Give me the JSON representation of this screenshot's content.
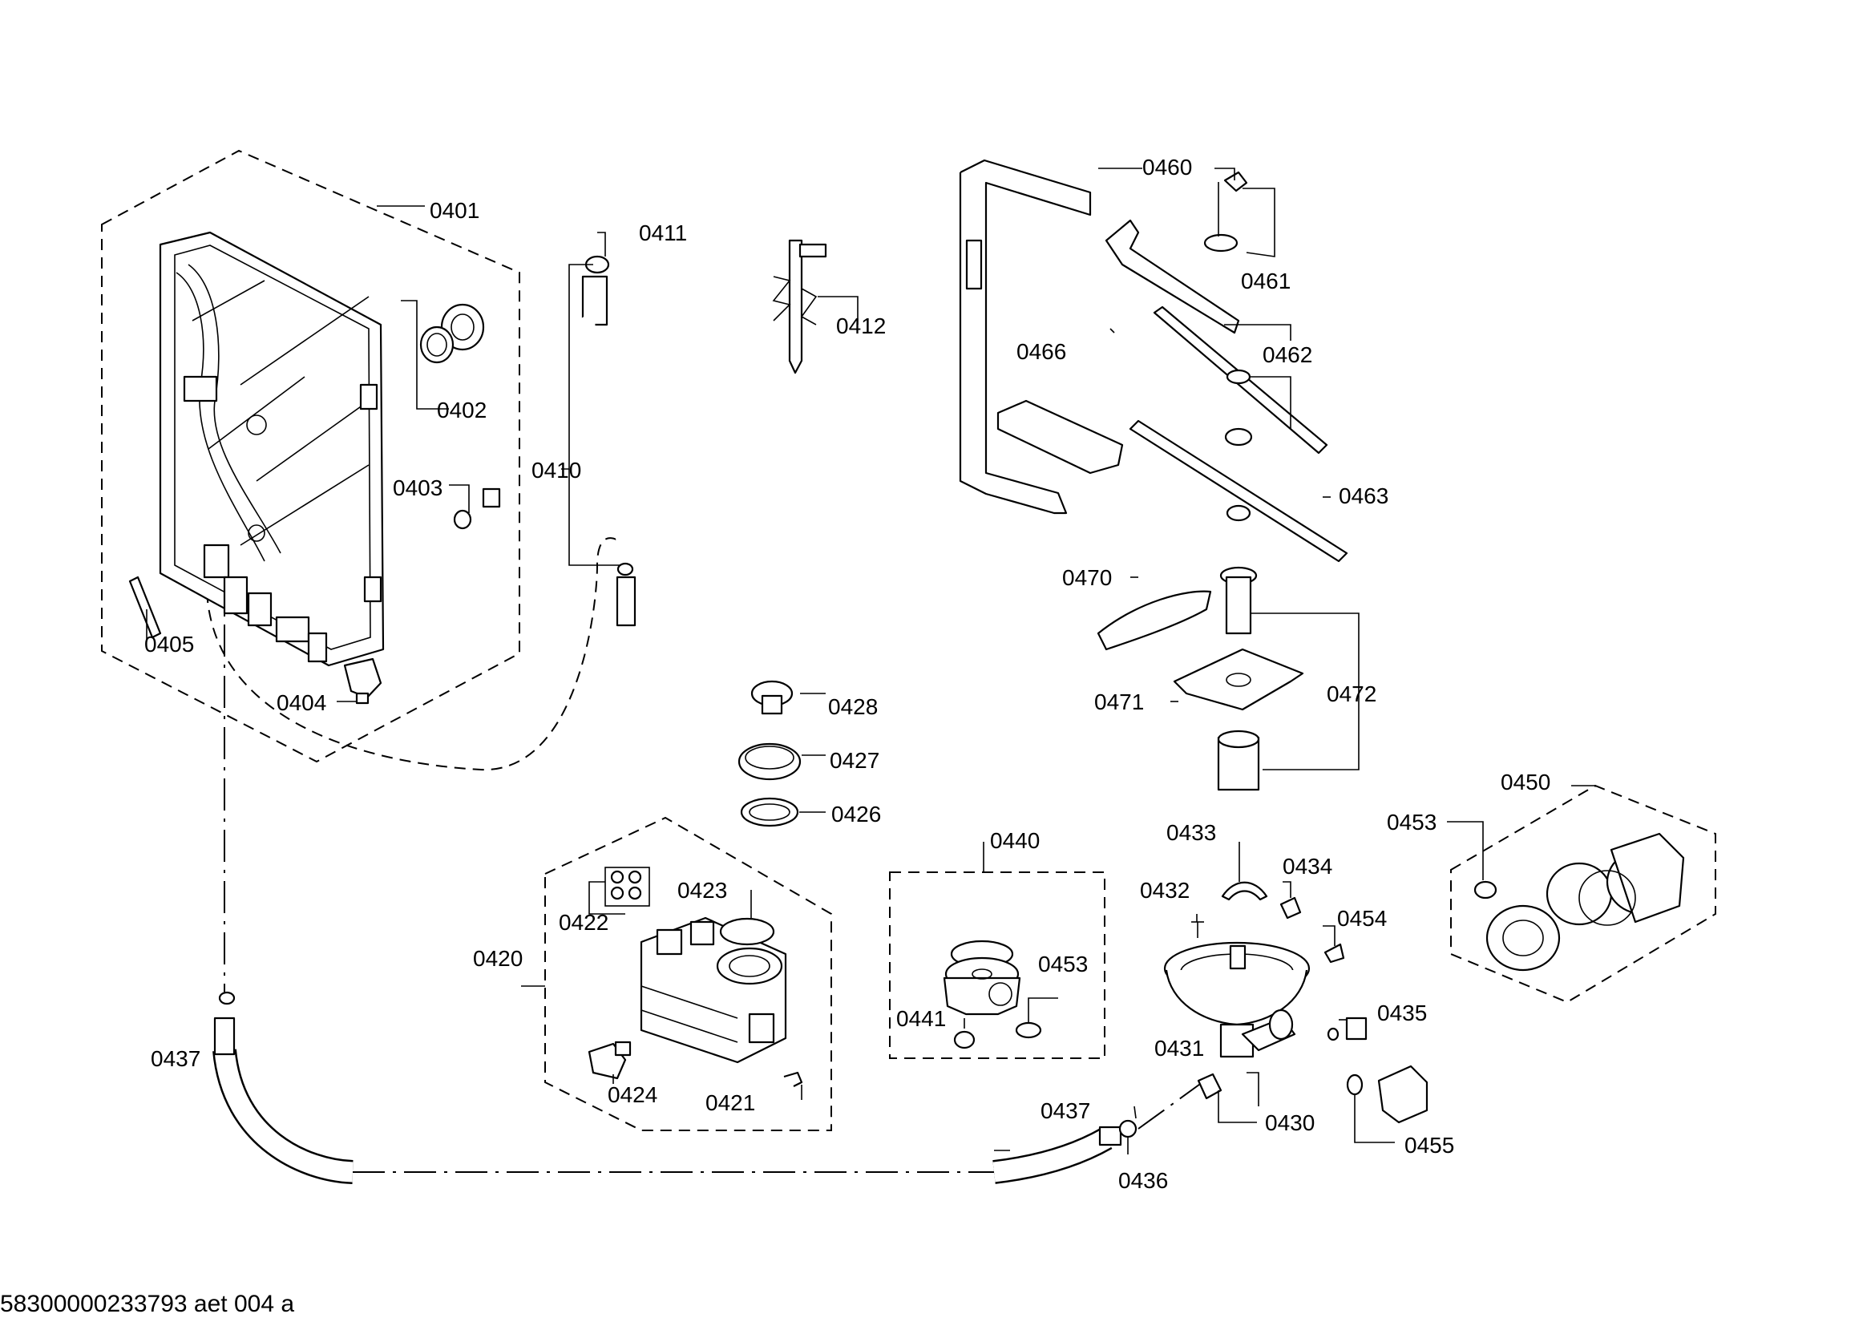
{
  "callouts": {
    "c0401": "0401",
    "c0402": "0402",
    "c0403": "0403",
    "c0404": "0404",
    "c0405": "0405",
    "c0410": "0410",
    "c0411": "0411",
    "c0412": "0412",
    "c0420": "0420",
    "c0421": "0421",
    "c0422": "0422",
    "c0423": "0423",
    "c0424": "0424",
    "c0426": "0426",
    "c0427": "0427",
    "c0428": "0428",
    "c0430": "0430",
    "c0431": "0431",
    "c0432": "0432",
    "c0433": "0433",
    "c0434": "0434",
    "c0435": "0435",
    "c0436": "0436",
    "c0437a": "0437",
    "c0437b": "0437",
    "c0440": "0440",
    "c0441": "0441",
    "c0450": "0450",
    "c0453a": "0453",
    "c0453b": "0453",
    "c0454": "0454",
    "c0455": "0455",
    "c0460": "0460",
    "c0461": "0461",
    "c0462": "0462",
    "c0463": "0463",
    "c0466": "0466",
    "c0470": "0470",
    "c0471": "0471",
    "c0472": "0472"
  },
  "footer": {
    "document_id": "58300000233793 aet 004 a"
  }
}
